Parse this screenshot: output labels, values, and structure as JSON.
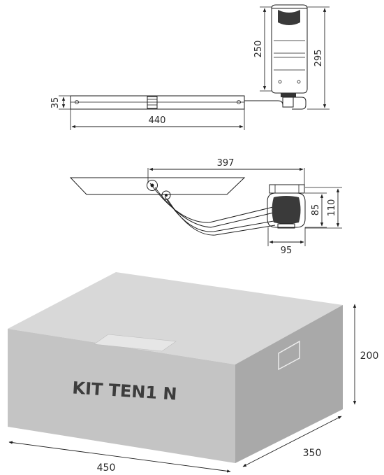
{
  "dimensions": {
    "motor_width": "250",
    "motor_height": "295",
    "arm_thickness": "35",
    "arm_length": "440",
    "arm_reach": "397",
    "motor_depth": "85",
    "motor_depth_total": "110",
    "motor_base": "95",
    "box_height": "200",
    "box_depth": "350",
    "box_length": "450"
  },
  "box": {
    "label": "KIT TEN1 N"
  },
  "colors": {
    "box_top": "#d8d8d8",
    "box_front": "#c4c4c4",
    "box_side": "#a9a9a9",
    "line": "#1e1e1e"
  }
}
